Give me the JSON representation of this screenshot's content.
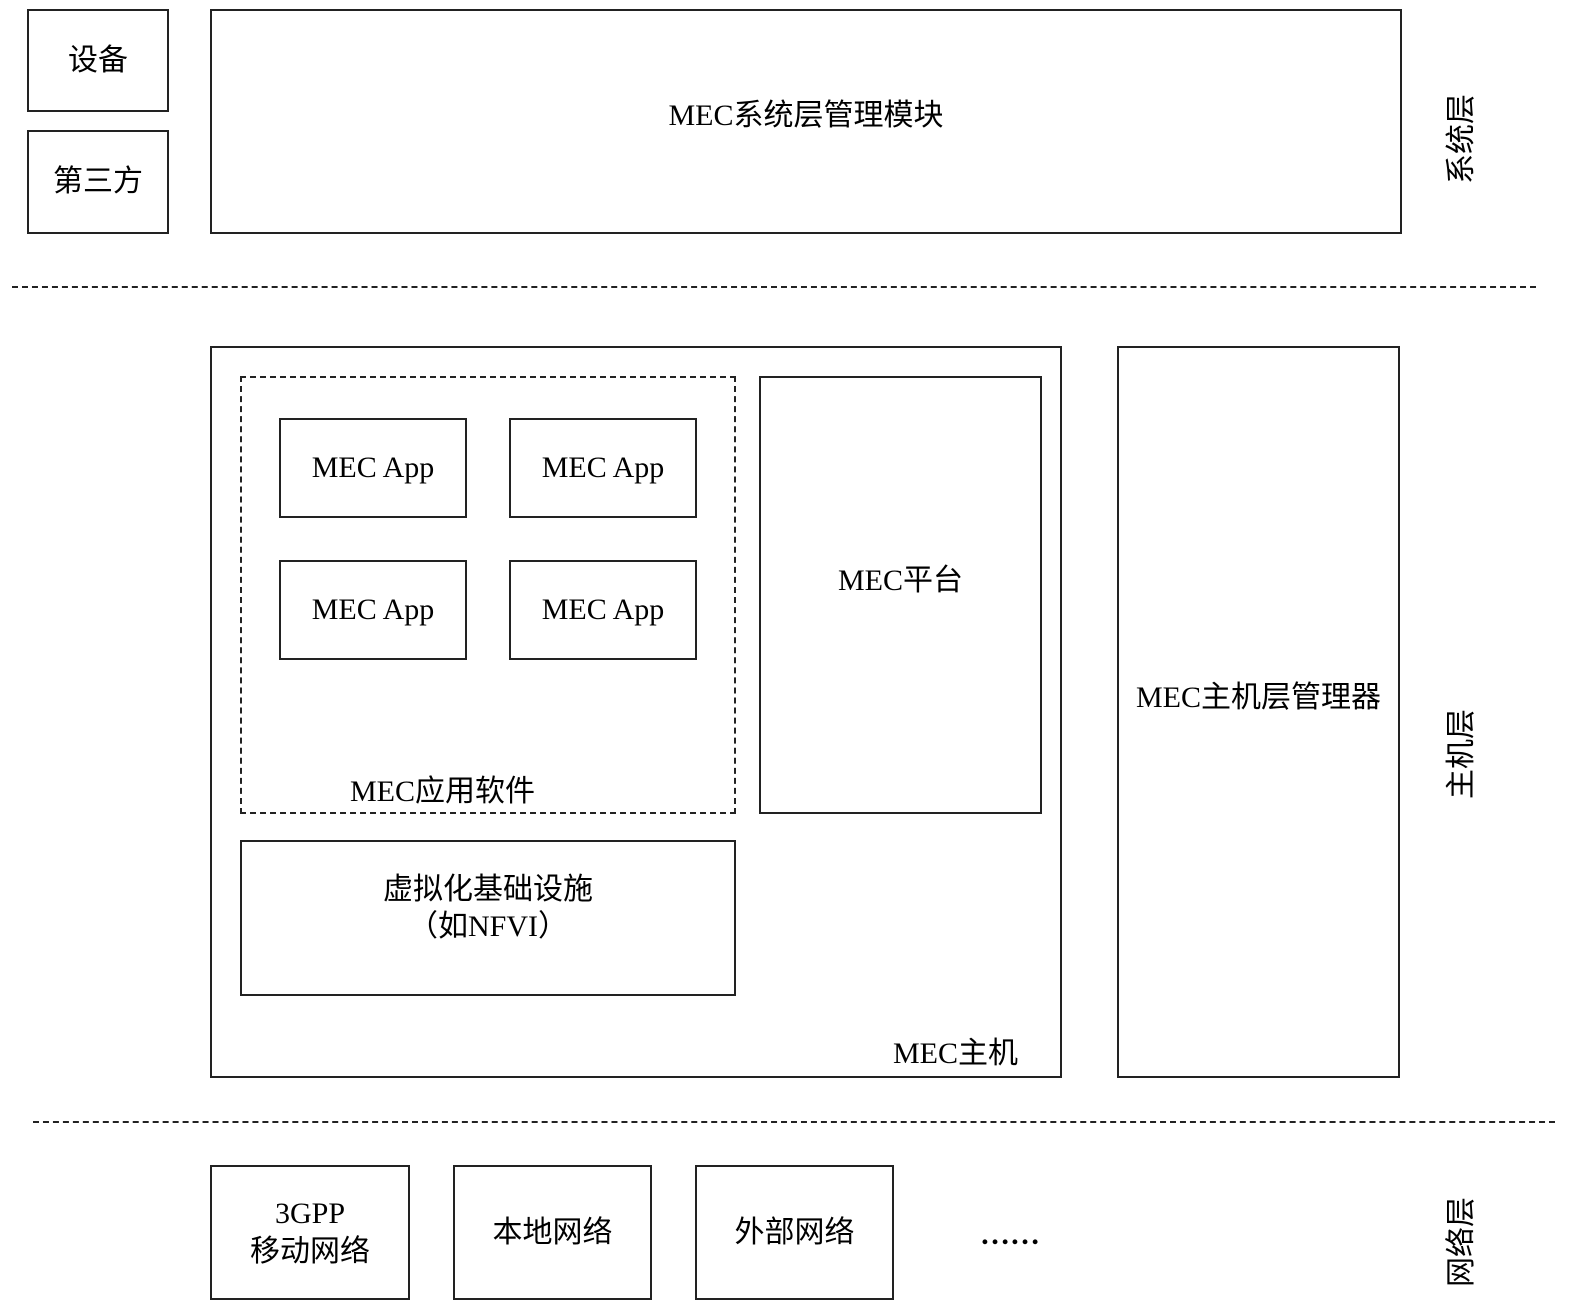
{
  "system_layer": {
    "label": "系统层",
    "device": "设备",
    "third_party": "第三方",
    "mgmt_module": "MEC系统层管理模块"
  },
  "host_layer": {
    "label": "主机层",
    "host_label": "MEC主机",
    "app_software_label": "MEC应用软件",
    "apps": [
      "MEC App",
      "MEC App",
      "MEC App",
      "MEC App"
    ],
    "platform": "MEC平台",
    "virtualization_line1": "虚拟化基础设施",
    "virtualization_line2": "（如NFVI）",
    "host_manager": "MEC主机层管理器"
  },
  "network_layer": {
    "label": "网络层",
    "net_3gpp_line1": "3GPP",
    "net_3gpp_line2": "移动网络",
    "local_network": "本地网络",
    "external_network": "外部网络",
    "ellipsis": "……"
  }
}
